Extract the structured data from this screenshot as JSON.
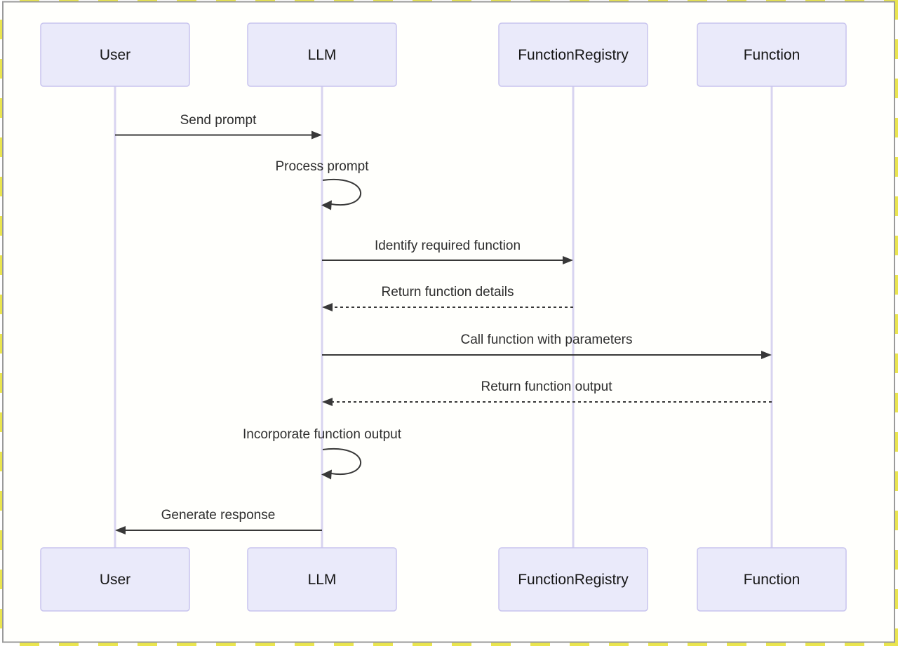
{
  "diagram": {
    "kind": "sequence-diagram",
    "actors": [
      {
        "id": "user",
        "label": "User"
      },
      {
        "id": "llm",
        "label": "LLM"
      },
      {
        "id": "registry",
        "label": "FunctionRegistry"
      },
      {
        "id": "function",
        "label": "Function"
      }
    ],
    "messages": [
      {
        "from": "User",
        "to": "LLM",
        "label": "Send prompt",
        "style": "solid"
      },
      {
        "from": "LLM",
        "to": "LLM",
        "label": "Process prompt",
        "style": "self-loop"
      },
      {
        "from": "LLM",
        "to": "FunctionRegistry",
        "label": "Identify required function",
        "style": "solid"
      },
      {
        "from": "FunctionRegistry",
        "to": "LLM",
        "label": "Return function details",
        "style": "dashed"
      },
      {
        "from": "LLM",
        "to": "Function",
        "label": "Call function with parameters",
        "style": "solid"
      },
      {
        "from": "Function",
        "to": "LLM",
        "label": "Return function output",
        "style": "dashed"
      },
      {
        "from": "LLM",
        "to": "LLM",
        "label": "Incorporate function output",
        "style": "self-loop"
      },
      {
        "from": "LLM",
        "to": "User",
        "label": "Generate response",
        "style": "solid"
      }
    ],
    "colors": {
      "actor_fill": "#EAEAFA",
      "actor_border": "#C8C4EE",
      "lifeline": "#D8D4F0",
      "arrow": "#383838",
      "label_text": "#2D2D2D",
      "canvas_bg": "#FFFFFC",
      "canvas_border": "#9A9A9A",
      "checker_yellow": "#EAE54E"
    }
  }
}
